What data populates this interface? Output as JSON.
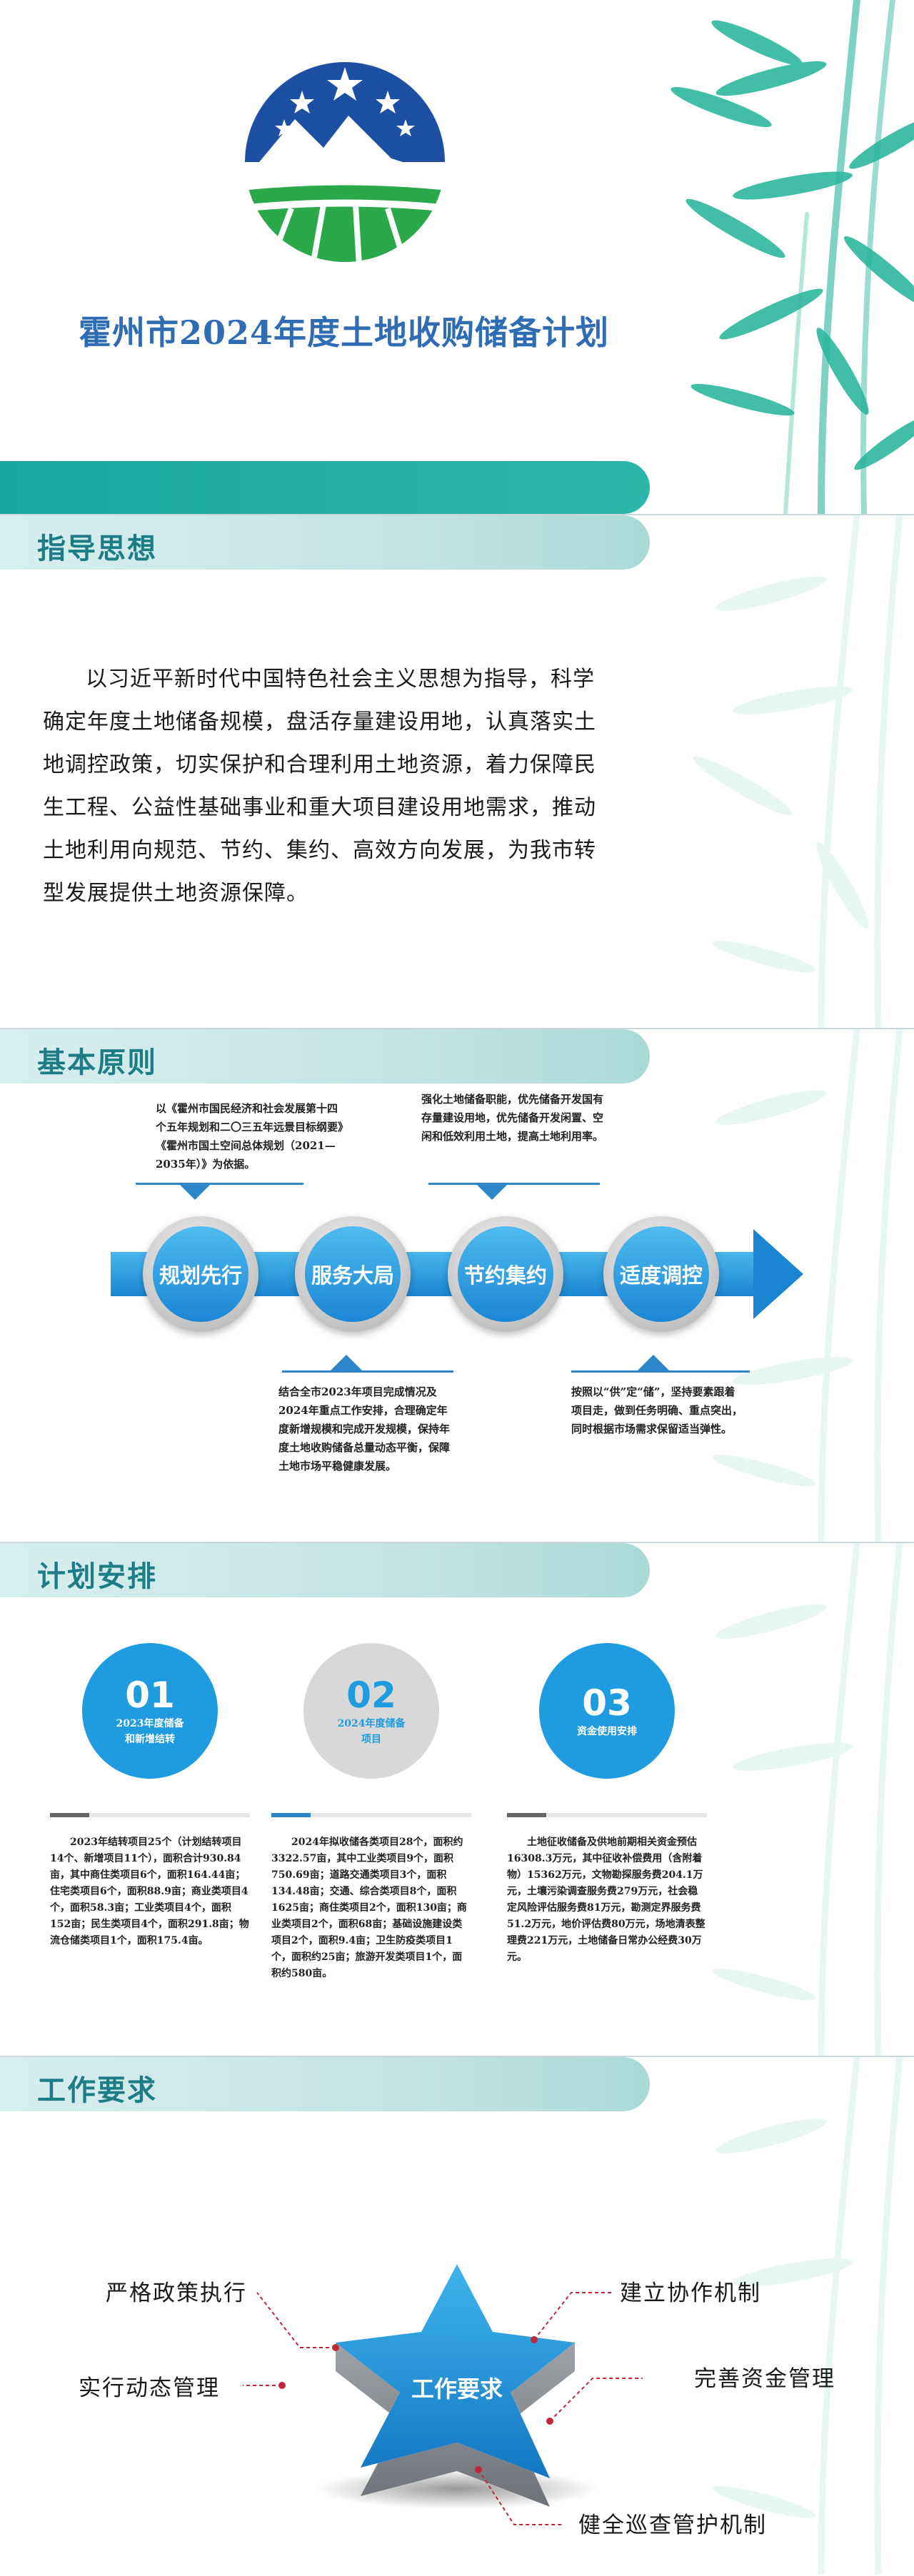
{
  "cover": {
    "title": "霍州市2024年度土地收购储备计划"
  },
  "guide": {
    "heading": "指导思想",
    "text": "以习近平新时代中国特色社会主义思想为指导，科学确定年度土地储备规模，盘活存量建设用地，认真落实土地调控政策，切实保护和合理利用土地资源，着力保障民生工程、公益性基础事业和重大项目建设用地需求，推动土地利用向规范、节约、集约、高效方向发展，为我市转型发展提供土地资源保障。"
  },
  "principles": {
    "heading": "基本原则",
    "items": [
      {
        "label": "规划先行",
        "note": "以《霍州市国民经济和社会发展第十四个五年规划和二〇三五年远景目标纲要》《霍州市国土空间总体规划（2021—2035年）》为依据。"
      },
      {
        "label": "服务大局",
        "note": "结合全市2023年项目完成情况及2024年重点工作安排，合理确定年度新增规模和完成开发规模，保持年度土地收购储备总量动态平衡，保障土地市场平稳健康发展。"
      },
      {
        "label": "节约集约",
        "note": "强化土地储备职能，优先储备开发国有存量建设用地，优先储备开发闲置、空闲和低效利用土地，提高土地利用率。"
      },
      {
        "label": "适度调控",
        "note": "按照以“供”定“储”，坚持要素跟着项目走，做到任务明确、重点突出，同时根据市场需求保留适当弹性。"
      }
    ]
  },
  "plan": {
    "heading": "计划安排",
    "items": [
      {
        "num": "01",
        "sub": "2023年度储备\n和新增结转",
        "text": "2023年结转项目25个（计划结转项目14个、新增项目11个），面积合计930.84亩，其中商住类项目6个，面积164.44亩；住宅类项目6个，面积88.9亩；商业类项目4个，面积58.3亩；工业类项目4个，面积152亩；民生类项目4个，面积291.8亩；物流仓储类项目1个，面积175.4亩。"
      },
      {
        "num": "02",
        "sub": "2024年度储备\n项目",
        "text": "2024年拟收储各类项目28个，面积约3322.57亩，其中工业类项目9个，面积750.69亩；道路交通类项目3个，面积134.48亩；交通、综合类项目8个，面积1625亩；商住类项目2个，面积130亩；商业类项目2个，面积68亩；基础设施建设类项目2个，面积9.4亩；卫生防疫类项目1个，面积约25亩；旅游开发类项目1个，面积约580亩。"
      },
      {
        "num": "03",
        "sub": "资金使用安排",
        "text": "土地征收储备及供地前期相关资金预估16308.3万元，其中征收补偿费用（含附着物）15362万元，文物勘探服务费204.1万元，土壤污染调查服务费279万元，社会稳定风险评估服务费81万元，勘测定界服务费51.2万元，地价评估费80万元，场地清表整理费221万元，土地储备日常办公经费30万元。"
      }
    ]
  },
  "reqs": {
    "heading": "工作要求",
    "center": "工作要求",
    "items": [
      "严格政策执行",
      "建立协作机制",
      "实行动态管理",
      "完善资金管理",
      "健全巡查管护机制"
    ]
  },
  "colors": {
    "teal": "#1aa7a2",
    "blue": "#1f9be0",
    "title_blue": "#2f6cb3",
    "heading_teal": "#1d7c86",
    "dot_red": "#c0283a"
  }
}
